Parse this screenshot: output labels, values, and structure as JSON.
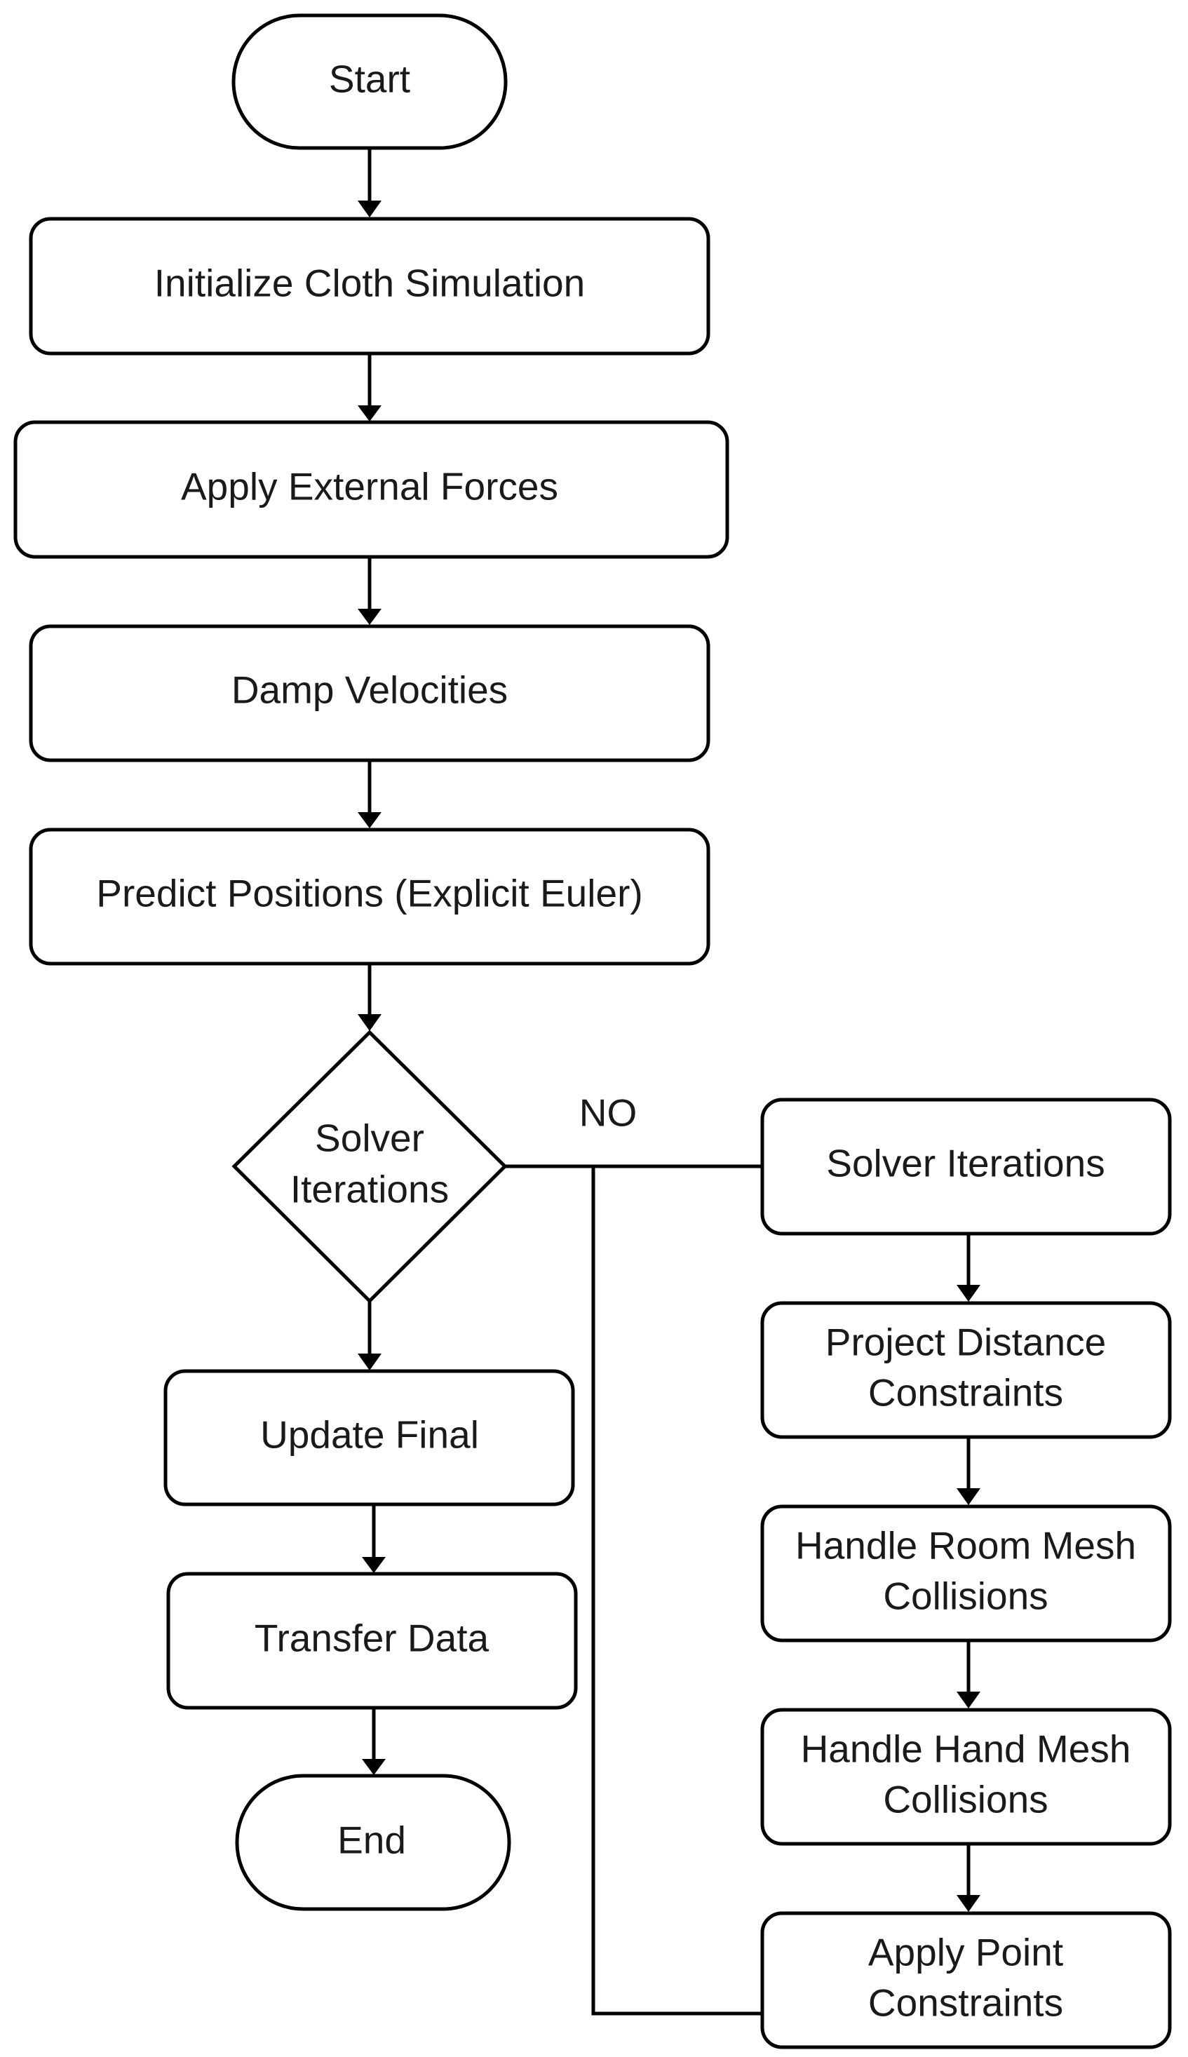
{
  "nodes": {
    "start": "Start",
    "init": "Initialize Cloth Simulation",
    "forces": "Apply External Forces",
    "damp": "Damp Velocities",
    "predict": "Predict Positions (Explicit Euler)",
    "decision_line1": "Solver",
    "decision_line2": "Iterations",
    "update": "Update Final",
    "transfer": "Transfer Data",
    "end": "End",
    "solver_iter": "Solver Iterations",
    "project_line1": "Project Distance",
    "project_line2": "Constraints",
    "room_line1": "Handle Room Mesh",
    "room_line2": "Collisions",
    "hand_line1": "Handle Hand Mesh",
    "hand_line2": "Collisions",
    "point_line1": "Apply Point",
    "point_line2": "Constraints"
  },
  "edges": {
    "no_label": "NO"
  }
}
